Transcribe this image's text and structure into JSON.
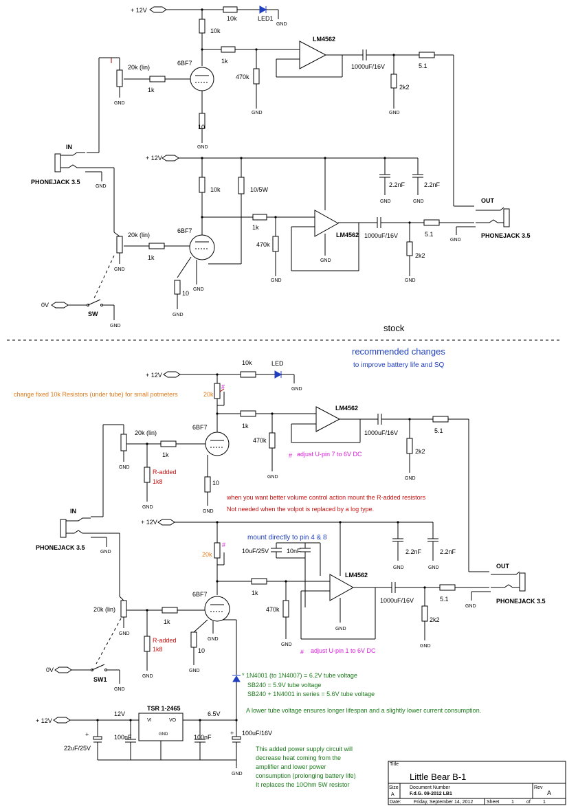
{
  "top": {
    "v12a": "+ 12V",
    "r10k_led": "10k",
    "led1": "LED1",
    "gnd": "GND",
    "r10k_plate": "10k",
    "lm4562": "LM4562",
    "r1k_a": "1k",
    "cap_out": "1000uF/16V",
    "r5_1": "5.1",
    "pot20k": "20k (lin)",
    "tube": "6BF7",
    "r1k_b": "1k",
    "r470k": "470k",
    "r2k2": "2k2",
    "r10": "10",
    "in": "IN",
    "phonejack": "PHONEJACK 3.5",
    "v12b": "+ 12V",
    "r10k_b": "10k",
    "r10_5w": "10/5W",
    "cap2n2": "2.2nF",
    "out": "OUT",
    "sw": "SW",
    "v0": "0V",
    "stock": "stock"
  },
  "bottom": {
    "title1": "recommended changes",
    "title2": "to improve battery life and SQ",
    "note_pot": "change fixed 10k Resistors (under tube) for small potmeters",
    "led": "LED",
    "pot20k_small": "20k",
    "hash": "#",
    "adjust7": "adjust U-pin 7 to 6V DC",
    "adjust1": "adjust U-pin 1 to 6V DC",
    "r_added": "R-added",
    "r1k8": "1k8",
    "note_red1": "when you want better volume control action mount the R-added resistors",
    "note_red2": "Not needed when the volpot is replaced by a log type.",
    "mount_note": "mount directly to pin 4 & 8",
    "cap10u": "10uF/25V",
    "cap10n": "10nF",
    "sw1": "SW1",
    "diode1": "* 1N4001 (to 1N4007) = 6.2V tube voltage",
    "diode2": "SB240 = 5.9V tube voltage",
    "diode3": "SB240 + 1N4001 in series = 5.6V tube voltage",
    "lifespan": "A lower tube voltage ensures longer lifespan and a slightly lower current consumption.",
    "v12": "12V",
    "v6_5": "6.5V",
    "tsr": "TSR 1-2465",
    "vi": "VI",
    "vo": "VO",
    "gndpin": "GND",
    "cap22u": "22uF/25V",
    "cap100n": "100nF",
    "cap100u": "100uF/16V",
    "green1": "This added power supply circuit will",
    "green2": "decrease heat coming from the",
    "green3": "amplifier and lower power",
    "green4": "consumption (prolonging battery life)",
    "green5": "It replaces the 10Ohm 5W resistor"
  },
  "titleblock": {
    "title_lbl": "Title",
    "title": "Little Bear B-1",
    "size_lbl": "Size",
    "size": "A",
    "docnum_lbl": "Document Number",
    "docnum": "F.d.G. 09-2012 LB1",
    "rev_lbl": "Rev",
    "rev": "A",
    "date_lbl": "Date:",
    "date": "Friday, September 14, 2012",
    "sheet_lbl": "Sheet",
    "sheet": "1",
    "of": "of",
    "total": "1"
  }
}
